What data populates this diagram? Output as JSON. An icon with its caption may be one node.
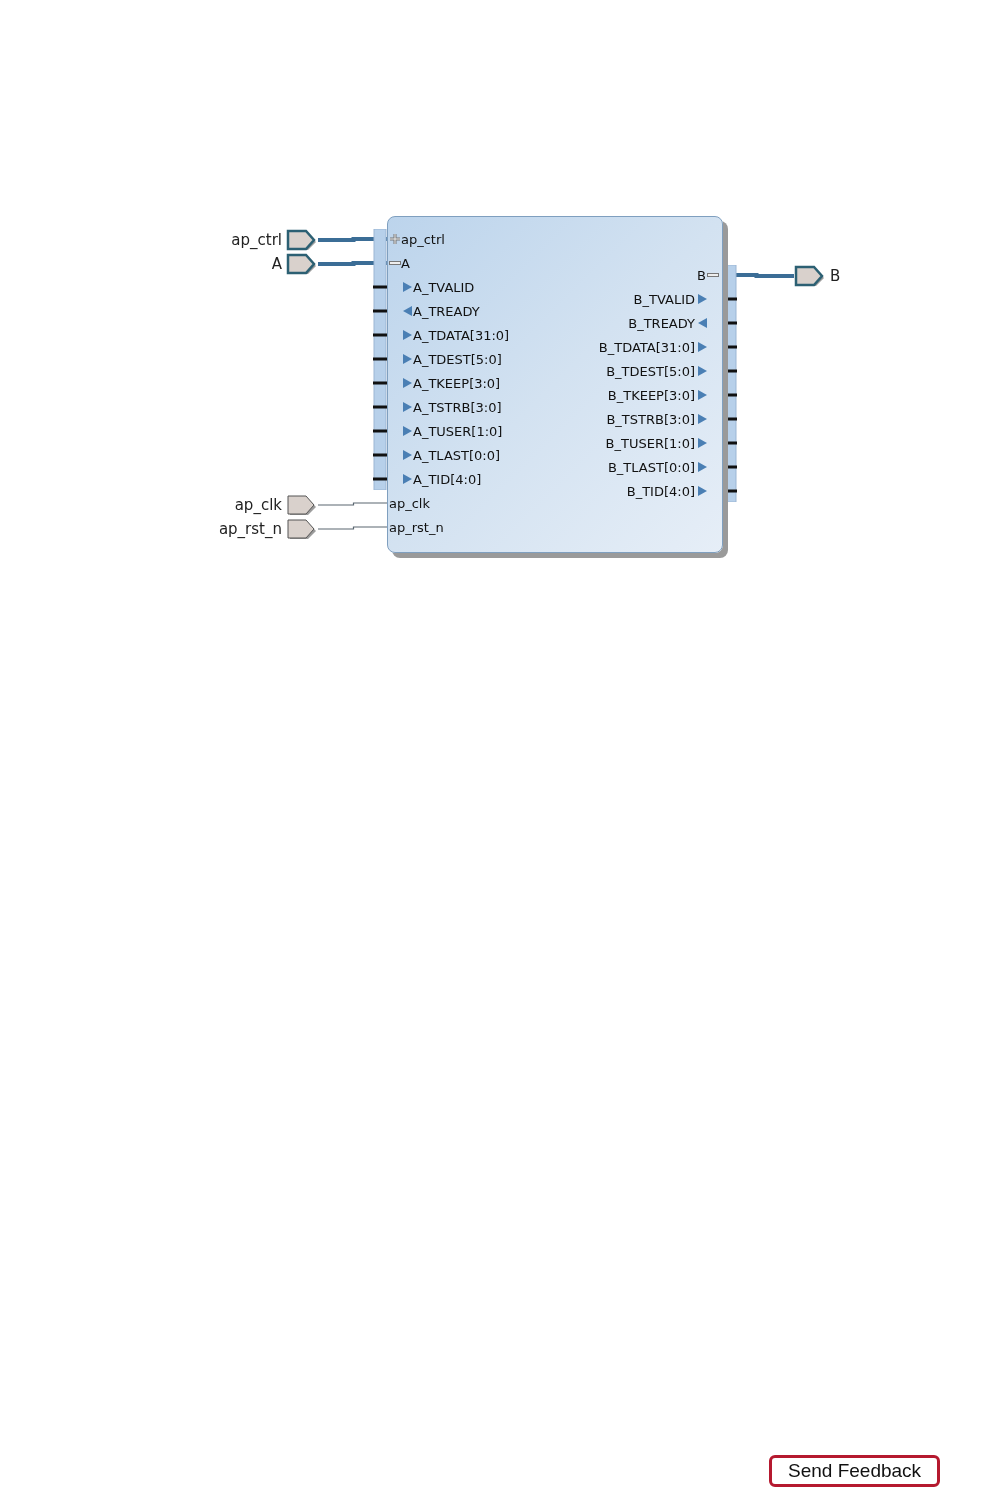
{
  "diagram": {
    "nodes": [
      {
        "text": [
          "ap_ctrl"
        ]
      },
      {
        "text": [
          "A"
        ]
      },
      {
        "text": [
          "ap_clk"
        ]
      },
      {
        "text": [
          "ap_rst_n"
        ]
      },
      {
        "text": [
          "B"
        ]
      },
      {
        "text": [],
        "shape": "box"
      },
      {
        "text": [
          "ap_ctrl"
        ],
        "in": 5
      },
      {
        "text": [
          "A"
        ],
        "in": 5
      },
      {
        "text": [
          "A_TVALID"
        ],
        "in": 5
      },
      {
        "text": [
          "A_TREADY"
        ],
        "in": 5
      },
      {
        "text": [
          "A_TDATA[31:0]"
        ],
        "in": 5
      },
      {
        "text": [
          "A_TDEST[5:0]"
        ],
        "in": 5
      },
      {
        "text": [
          "A_TKEEP[3:0]"
        ],
        "in": 5
      },
      {
        "text": [
          "A_TSTRB[3:0]"
        ],
        "in": 5
      },
      {
        "text": [
          "A_TUSER[1:0]"
        ],
        "in": 5
      },
      {
        "text": [
          "A_TLAST[0:0]"
        ],
        "in": 5
      },
      {
        "text": [
          "A_TID[4:0]"
        ],
        "in": 5
      },
      {
        "text": [
          "ap_clk"
        ],
        "in": 5
      },
      {
        "text": [
          "ap_rst_n"
        ],
        "in": 5
      },
      {
        "text": [
          "B"
        ],
        "in": 5
      },
      {
        "text": [
          "B_TVALID"
        ],
        "in": 5
      },
      {
        "text": [
          "B_TREADY"
        ],
        "in": 5
      },
      {
        "text": [
          "B_TDATA[31:0]"
        ],
        "in": 5
      },
      {
        "text": [
          "B_TDEST[5:0]"
        ],
        "in": 5
      },
      {
        "text": [
          "B_TKEEP[3:0]"
        ],
        "in": 5
      },
      {
        "text": [
          "B_TSTRB[3:0]"
        ],
        "in": 5
      },
      {
        "text": [
          "B_TUSER[1:0]"
        ],
        "in": 5
      },
      {
        "text": [
          "B_TLAST[0:0]"
        ],
        "in": 5
      },
      {
        "text": [
          "B_TID[4:0]"
        ],
        "in": 5
      }
    ],
    "edges": [
      {
        "from": 0,
        "to": 6,
        "arrow": "none"
      },
      {
        "from": 1,
        "to": 7,
        "arrow": "none"
      },
      {
        "from": 2,
        "to": 17,
        "arrow": "none",
        "color": "#5a6670"
      },
      {
        "from": 3,
        "to": 18,
        "arrow": "none",
        "color": "#5a6670"
      },
      {
        "from": 19,
        "to": 4,
        "arrow": "none"
      }
    ],
    "labels": [
      "Send Feedback"
    ]
  }
}
